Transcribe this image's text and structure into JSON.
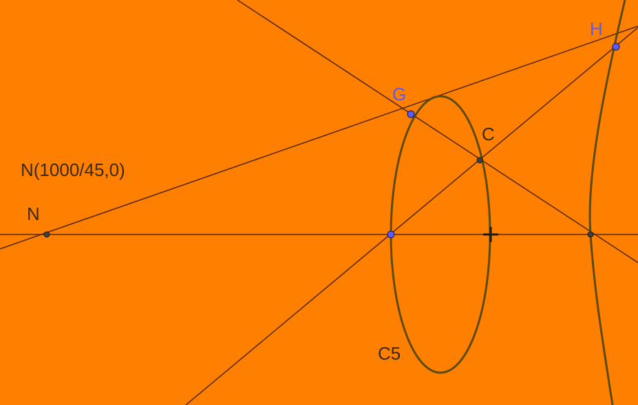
{
  "canvas": {
    "background": "#ff7f00",
    "line_color": "#5a2a10",
    "curve_color": "#5c4a0c",
    "free_point_color": "#5a5aff",
    "dependent_point_color": "#404040",
    "label_dark": "#3a2a1a",
    "label_blue": "#5a5aff"
  },
  "annotation": {
    "text": "N(1000/45,0)"
  },
  "points": {
    "N": {
      "label": "N"
    },
    "G": {
      "label": "G"
    },
    "C": {
      "label": "C"
    },
    "H": {
      "label": "H"
    }
  },
  "curves": {
    "C5": {
      "label": "C5"
    }
  }
}
